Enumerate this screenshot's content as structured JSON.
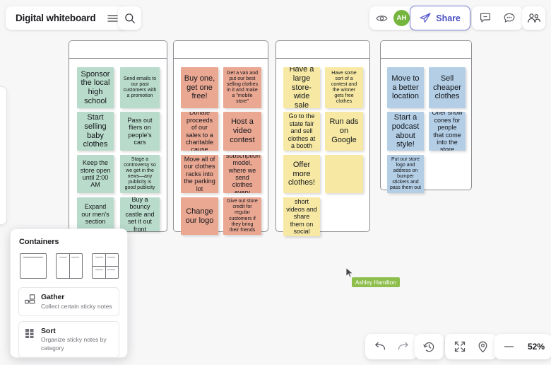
{
  "header": {
    "title": "Digital whiteboard",
    "menu_icon": "hamburger-icon",
    "search_icon": "search-icon",
    "visibility_icon": "eye-icon",
    "avatar_initials": "AH",
    "avatar_color": "#76b63e",
    "share_label": "Share",
    "share_icon": "paper-plane-icon",
    "share_accent": "#4a4fc4",
    "comment_icon": "comment-box-icon",
    "chat_icon": "chat-bubble-icon",
    "people_icon": "people-group-icon"
  },
  "cursor": {
    "name": "Ashley Hamilton",
    "color": "#8ebe4c"
  },
  "containers_panel": {
    "title": "Containers",
    "templates": [
      {
        "name": "single-container-template"
      },
      {
        "name": "two-column-container-template"
      },
      {
        "name": "four-cell-container-template"
      }
    ],
    "options": [
      {
        "icon": "gather-icon",
        "title": "Gather",
        "subtitle": "Collect certain sticky notes"
      },
      {
        "icon": "sort-icon",
        "title": "Sort",
        "subtitle": "Organize sticky notes by category"
      }
    ]
  },
  "bottom_toolbar": {
    "undo_icon": "undo-arrow-icon",
    "redo_icon": "redo-arrow-icon",
    "history_icon": "clock-history-icon",
    "fit_icon": "fit-to-screen-icon",
    "location_icon": "map-pin-icon",
    "zoom_out_icon": "minus-icon",
    "zoom_level": "52%"
  },
  "board": {
    "frames": [
      {
        "name": "frame-green",
        "color": "#b9dbcb",
        "notes": [
          {
            "text": "Sponsor the local high school",
            "size": "lg",
            "col": 0,
            "row": 0
          },
          {
            "text": "Send emails to our past customers with a promotion",
            "size": "md",
            "col": 1,
            "row": 0
          },
          {
            "text": "Start selling baby clothes",
            "size": "lg",
            "col": 0,
            "row": 1
          },
          {
            "text": "Pass out fliers on people's cars",
            "size": "lg",
            "col": 1,
            "row": 1
          },
          {
            "text": "Keep the store open until 2:00 AM",
            "size": "md",
            "col": 0,
            "row": 2
          },
          {
            "text": "Stage a controversy so we get in the news—any publicity is good publicity",
            "size": "sm",
            "col": 1,
            "row": 2
          },
          {
            "text": "Expand our men's section",
            "size": "md",
            "col": 0,
            "row": 3
          },
          {
            "text": "Buy a bouncy castle and set it out front",
            "size": "md",
            "col": 1,
            "row": 3
          }
        ]
      },
      {
        "name": "frame-salmon",
        "color": "#eaa792",
        "notes": [
          {
            "text": "Buy one, get one free!",
            "size": "lg",
            "col": 0,
            "row": 0
          },
          {
            "text": "Get a van and put our best selling clothes in it and make a \"mobile store\"",
            "size": "sm",
            "col": 1,
            "row": 0
          },
          {
            "text": "Donate proceeds of our sales to a charitable cause",
            "size": "md",
            "col": 0,
            "row": 1
          },
          {
            "text": "Host a video contest",
            "size": "lg",
            "col": 1,
            "row": 1
          },
          {
            "text": "Move all of our clothes racks into the parking lot",
            "size": "md",
            "col": 0,
            "row": 2
          },
          {
            "text": "Do a subscription model, where we send clothes every month",
            "size": "md",
            "col": 1,
            "row": 2
          },
          {
            "text": "Change our logo",
            "size": "lg",
            "col": 0,
            "row": 3
          },
          {
            "text": "Give out store credit for regular customers if they bring their friends",
            "size": "sm",
            "col": 1,
            "row": 3
          }
        ]
      },
      {
        "name": "frame-yellow",
        "color": "#f7e9a4",
        "notes": [
          {
            "text": "Have a large store-wide sale",
            "size": "lg",
            "col": 0,
            "row": 0
          },
          {
            "text": "Have some sort of a contest and the winner gets free clothes",
            "size": "md",
            "col": 1,
            "row": 0
          },
          {
            "text": "Go to the state fair and sell clothes at a booth",
            "size": "md",
            "col": 0,
            "row": 1
          },
          {
            "text": "Run ads on Google",
            "size": "lg",
            "col": 1,
            "row": 1
          },
          {
            "text": "Offer more clothes!",
            "size": "lg",
            "col": 0,
            "row": 2
          },
          {
            "text": "",
            "size": "md",
            "col": 1,
            "row": 2
          },
          {
            "text": "Create short videos and share them on social media",
            "size": "md",
            "col": 0,
            "row": 3
          }
        ]
      },
      {
        "name": "frame-blue",
        "color": "#b4cee6",
        "notes": [
          {
            "text": "Move to a better location",
            "size": "lg",
            "col": 0,
            "row": 0
          },
          {
            "text": "Sell cheaper clothes",
            "size": "lg",
            "col": 1,
            "row": 0
          },
          {
            "text": "Start a podcast about style!",
            "size": "lg",
            "col": 0,
            "row": 1
          },
          {
            "text": "Offer snow cones for people that come into the store",
            "size": "md",
            "col": 1,
            "row": 1
          },
          {
            "text": "Put our store logo and address on bumper stickers and pass them out",
            "size": "sm",
            "col": 0,
            "row": 2
          }
        ]
      }
    ]
  }
}
